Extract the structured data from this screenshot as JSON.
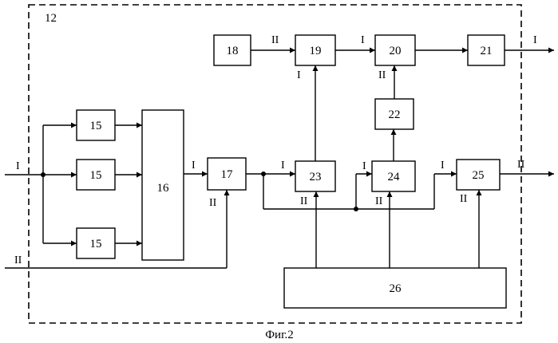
{
  "figure": {
    "caption": "Фиг.2",
    "container_label": "12",
    "blocks": {
      "b15a": "15",
      "b15b": "15",
      "b15c": "15",
      "b16": "16",
      "b17": "17",
      "b18": "18",
      "b19": "19",
      "b20": "20",
      "b21": "21",
      "b22": "22",
      "b23": "23",
      "b24": "24",
      "b25": "25",
      "b26": "26"
    },
    "signal_labels": {
      "input_main": "I",
      "input_aux": "II",
      "out_16": "I",
      "in_17_bottom": "II",
      "in_23": "I",
      "in_23_bottom": "II",
      "in_24": "I",
      "in_24_bottom": "II",
      "in_25": "I",
      "in_25_bottom": "II",
      "out_25": "II",
      "in_19": "II",
      "in_19_bottom": "I",
      "in_20": "I",
      "in_20_bottom": "II",
      "out_21": "I"
    }
  }
}
